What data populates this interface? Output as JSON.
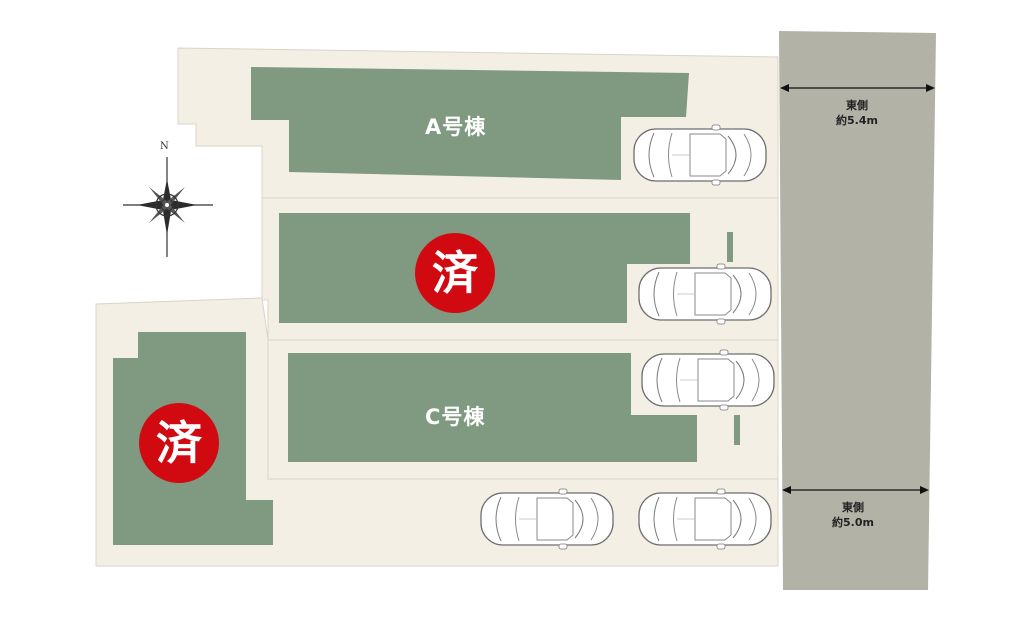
{
  "buildings": {
    "a": {
      "label": "A号棟"
    },
    "b": {
      "sold_mark": "済"
    },
    "c": {
      "label": "C号棟"
    },
    "d": {
      "sold_mark": "済"
    }
  },
  "road": {
    "upper": {
      "side": "東側",
      "width": "約5.4m"
    },
    "lower": {
      "side": "東側",
      "width": "約5.0m"
    }
  },
  "compass": {
    "north_label": "N"
  },
  "colors": {
    "lot": "#f3efe4",
    "lot_border": "#d8d4c6",
    "building": "#7f9a80",
    "road": "#b3b2a6",
    "sold_badge": "#d10a11",
    "parking_marker": "#7f9a80"
  }
}
